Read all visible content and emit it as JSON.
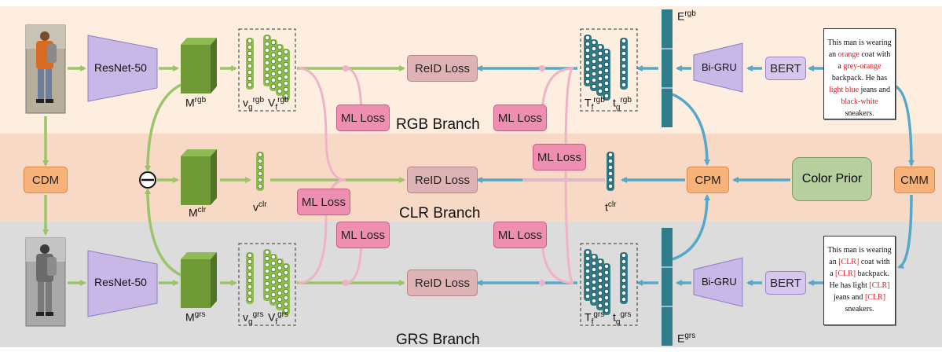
{
  "resnet_label": "ResNet-50",
  "bigru_label": "Bi-GRU",
  "bert_label": "BERT",
  "cdm_label": "CDM",
  "cmm_label": "CMM",
  "cpm_label": "CPM",
  "color_prior_label": "Color Prior",
  "ml_loss_label": "ML Loss",
  "reid_loss_label": "ReID Loss",
  "branches": {
    "rgb": "RGB Branch",
    "clr": "CLR Branch",
    "grs": "GRS Branch"
  },
  "symbols": {
    "M": "M",
    "V": "V",
    "v": "v",
    "T": "T",
    "t": "t",
    "E": "E",
    "g": "g",
    "f": "f",
    "rgb": "rgb",
    "clr": "clr",
    "grs": "grs"
  },
  "text_rgb": {
    "p1": "This man is wearing an ",
    "c1": "orange",
    "p2": " coat with a ",
    "c2": "grey-orange",
    "p3": " backpack. He has ",
    "c3": "light blue",
    "p4": " jeans and ",
    "c4": "black-white",
    "p5": " sneakers."
  },
  "text_grs": {
    "p1": "This man is wearing an ",
    "c1": "[CLR]",
    "p2": " coat with a ",
    "c2": "[CLR]",
    "p3": " backpack. He has light ",
    "c3": "[CLR]",
    "p4": " jeans and ",
    "c4": "[CLR]",
    "p5": " sneakers."
  },
  "colors": {
    "rgb_band": "#fdeee0",
    "clr_band": "#f7d9c6",
    "grs_band": "#dcdcdc",
    "green_arrow": "#9cc46b",
    "blue_arrow": "#55a8c8",
    "pink_curve": "#f0b3c6",
    "teal_dark": "#2f7d8a",
    "cube_green": "#6f9a36"
  }
}
